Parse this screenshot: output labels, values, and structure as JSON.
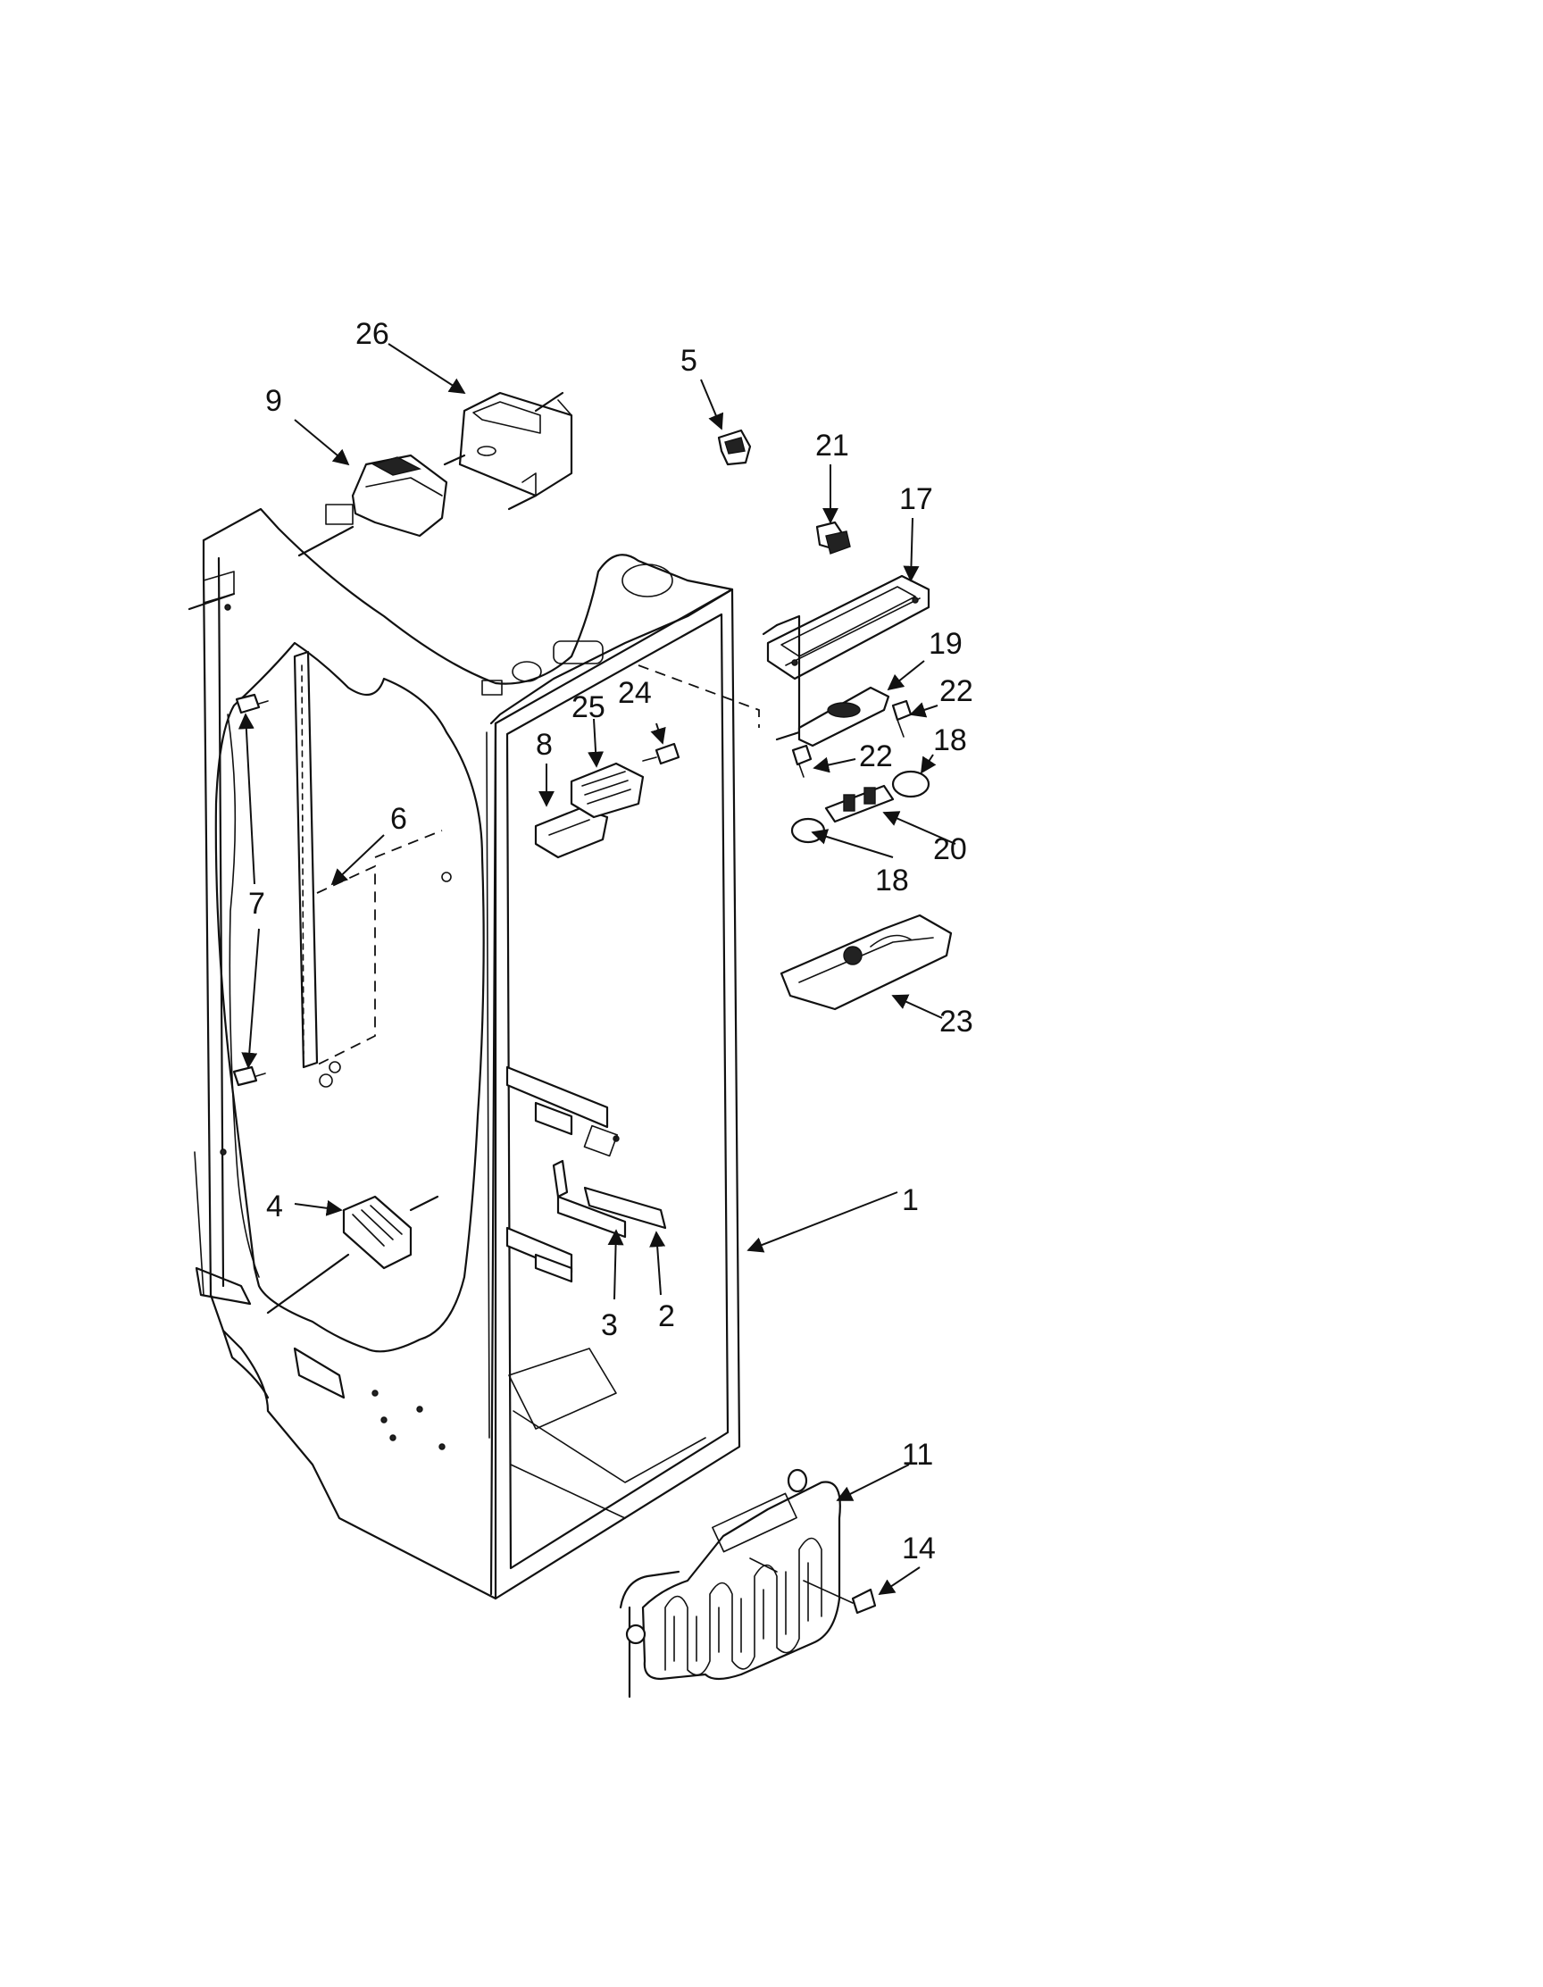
{
  "labels": {
    "p1": "1",
    "p2": "2",
    "p3": "3",
    "p4": "4",
    "p5": "5",
    "p6": "6",
    "p7": "7",
    "p8": "8",
    "p9": "9",
    "p11": "11",
    "p14": "14",
    "p17": "17",
    "p18a": "18",
    "p18b": "18",
    "p19": "19",
    "p20": "20",
    "p21": "21",
    "p22a": "22",
    "p22b": "22",
    "p23": "23",
    "p24": "24",
    "p25": "25",
    "p26": "26"
  }
}
